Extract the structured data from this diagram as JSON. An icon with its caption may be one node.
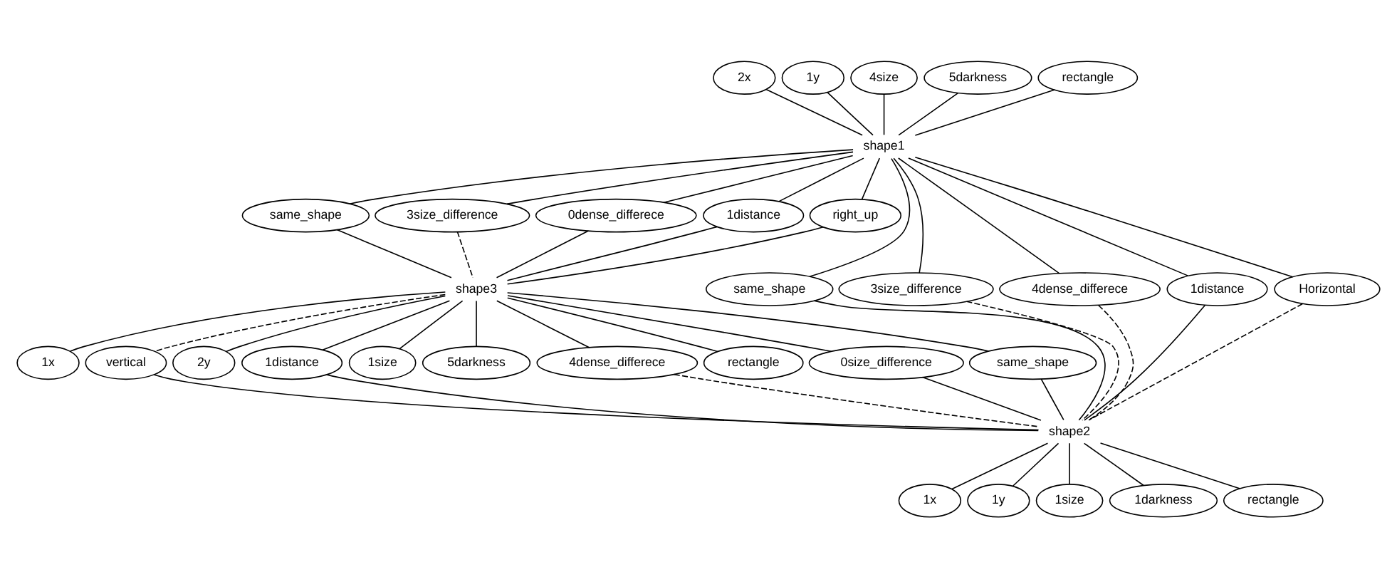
{
  "diagram": {
    "nodes": [
      {
        "text": [
          "2x"
        ]
      },
      {
        "text": [
          "1y"
        ]
      },
      {
        "text": [
          "4size"
        ]
      },
      {
        "text": [
          "5darkness"
        ]
      },
      {
        "text": [
          "rectangle"
        ]
      },
      {
        "text": [
          "same_shape"
        ]
      },
      {
        "text": [
          "same_shape"
        ]
      },
      {
        "text": [
          "3size_difference"
        ]
      },
      {
        "text": [
          "3size_difference"
        ]
      },
      {
        "text": [
          "shape1"
        ]
      },
      {
        "text": [
          "0dense_differece"
        ]
      },
      {
        "text": [
          "4dense_differece"
        ]
      },
      {
        "text": [
          "1distance"
        ]
      },
      {
        "text": [
          "1distance"
        ]
      },
      {
        "text": [
          "right_up"
        ]
      },
      {
        "text": [
          "Horizontal"
        ]
      },
      {
        "text": [
          "1x"
        ]
      },
      {
        "text": [
          "shape3"
        ]
      },
      {
        "text": [
          "vertical"
        ]
      },
      {
        "text": [
          "shape2"
        ]
      },
      {
        "text": [
          "1x"
        ]
      },
      {
        "text": [
          "2y"
        ]
      },
      {
        "text": [
          "1distance"
        ]
      },
      {
        "text": [
          "1y"
        ]
      },
      {
        "text": [
          "1size"
        ]
      },
      {
        "text": [
          "1size"
        ]
      },
      {
        "text": [
          "5darkness"
        ]
      },
      {
        "text": [
          "4dense_differece"
        ]
      },
      {
        "text": [
          "1darkness"
        ]
      },
      {
        "text": [
          "rectangle"
        ]
      },
      {
        "text": [
          "0size_difference"
        ]
      },
      {
        "text": [
          "rectangle"
        ]
      },
      {
        "text": [
          "same_shape"
        ]
      }
    ],
    "edges": [
      {
        "from": 0,
        "to": 9,
        "arrow": "none"
      },
      {
        "from": 1,
        "to": 9,
        "arrow": "none"
      },
      {
        "from": 2,
        "to": 9,
        "arrow": "none"
      },
      {
        "from": 3,
        "to": 9,
        "arrow": "none"
      },
      {
        "from": 4,
        "to": 9,
        "arrow": "none"
      },
      {
        "from": 9,
        "to": 5,
        "arrow": "none"
      },
      {
        "from": 9,
        "to": 7,
        "arrow": "none"
      },
      {
        "from": 9,
        "to": 10,
        "arrow": "none"
      },
      {
        "from": 9,
        "to": 12,
        "arrow": "none"
      },
      {
        "from": 9,
        "to": 14,
        "arrow": "none"
      },
      {
        "from": 5,
        "to": 17,
        "arrow": "none"
      },
      {
        "from": 7,
        "to": 17,
        "arrow": "none",
        "style": "dashed"
      },
      {
        "from": 10,
        "to": 17,
        "arrow": "none"
      },
      {
        "from": 12,
        "to": 17,
        "arrow": "none"
      },
      {
        "from": 14,
        "to": 17,
        "arrow": "none"
      },
      {
        "from": 9,
        "to": 6,
        "arrow": "none"
      },
      {
        "from": 9,
        "to": 8,
        "arrow": "none"
      },
      {
        "from": 9,
        "to": 11,
        "arrow": "none"
      },
      {
        "from": 9,
        "to": 13,
        "arrow": "none"
      },
      {
        "from": 9,
        "to": 15,
        "arrow": "none"
      },
      {
        "from": 6,
        "to": 19,
        "arrow": "none"
      },
      {
        "from": 8,
        "to": 19,
        "arrow": "none",
        "style": "dashed"
      },
      {
        "from": 11,
        "to": 19,
        "arrow": "none",
        "style": "dashed"
      },
      {
        "from": 13,
        "to": 19,
        "arrow": "none"
      },
      {
        "from": 15,
        "to": 19,
        "arrow": "none",
        "style": "dashed"
      },
      {
        "from": 17,
        "to": 16,
        "arrow": "none"
      },
      {
        "from": 17,
        "to": 21,
        "arrow": "none"
      },
      {
        "from": 17,
        "to": 24,
        "arrow": "none"
      },
      {
        "from": 17,
        "to": 26,
        "arrow": "none"
      },
      {
        "from": 17,
        "to": 29,
        "arrow": "none"
      },
      {
        "from": 17,
        "to": 18,
        "arrow": "none",
        "style": "dashed"
      },
      {
        "from": 17,
        "to": 22,
        "arrow": "none"
      },
      {
        "from": 17,
        "to": 27,
        "arrow": "none"
      },
      {
        "from": 17,
        "to": 30,
        "arrow": "none"
      },
      {
        "from": 17,
        "to": 32,
        "arrow": "none"
      },
      {
        "from": 18,
        "to": 19,
        "arrow": "none"
      },
      {
        "from": 22,
        "to": 19,
        "arrow": "none"
      },
      {
        "from": 27,
        "to": 19,
        "arrow": "none",
        "style": "dashed"
      },
      {
        "from": 30,
        "to": 19,
        "arrow": "none"
      },
      {
        "from": 32,
        "to": 19,
        "arrow": "none"
      },
      {
        "from": 19,
        "to": 20,
        "arrow": "none"
      },
      {
        "from": 19,
        "to": 23,
        "arrow": "none"
      },
      {
        "from": 19,
        "to": 25,
        "arrow": "none"
      },
      {
        "from": 19,
        "to": 28,
        "arrow": "none"
      },
      {
        "from": 19,
        "to": 31,
        "arrow": "none"
      }
    ]
  }
}
